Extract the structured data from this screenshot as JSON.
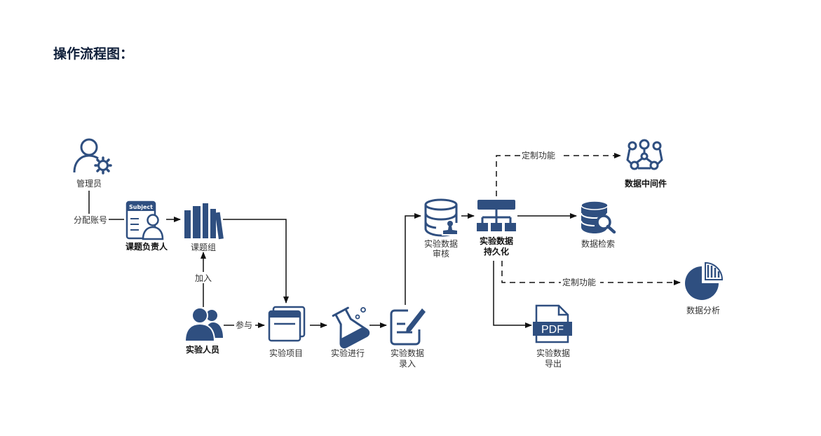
{
  "title": "操作流程图：",
  "colors": {
    "icon": "#2f4f80",
    "line": "#000000",
    "text": "#333333"
  },
  "nodes": {
    "admin": {
      "label": "管理员",
      "icon": "user-gear-icon"
    },
    "leader": {
      "label": "课题负责人",
      "icon": "subject-document-icon",
      "badge": "Subject"
    },
    "group": {
      "label": "课题组",
      "icon": "books-icon"
    },
    "staff": {
      "label": "实验人员",
      "icon": "user-group-icon"
    },
    "project": {
      "label": "实验项目",
      "icon": "stacked-windows-icon"
    },
    "running": {
      "label": "实验进行",
      "icon": "flask-icon"
    },
    "entry": {
      "line1": "实验数据",
      "line2": "录入",
      "icon": "edit-document-icon"
    },
    "review": {
      "line1": "实验数据",
      "line2": "审核",
      "icon": "database-stamp-icon"
    },
    "persist": {
      "line1": "实验数据",
      "line2": "持久化",
      "icon": "hierarchy-icon"
    },
    "middleware": {
      "label": "数据中间件",
      "icon": "network-icon"
    },
    "search": {
      "label": "数据检索",
      "icon": "database-search-icon"
    },
    "analysis": {
      "label": "数据分析",
      "icon": "pie-chart-icon"
    },
    "export": {
      "line1": "实验数据",
      "line2": "导出",
      "icon": "pdf-file-icon",
      "badge": "PDF"
    }
  },
  "edges": {
    "assign": "分配账号",
    "join": "加入",
    "participate": "参与",
    "custom_top": "定制功能",
    "custom_mid": "定制功能"
  }
}
